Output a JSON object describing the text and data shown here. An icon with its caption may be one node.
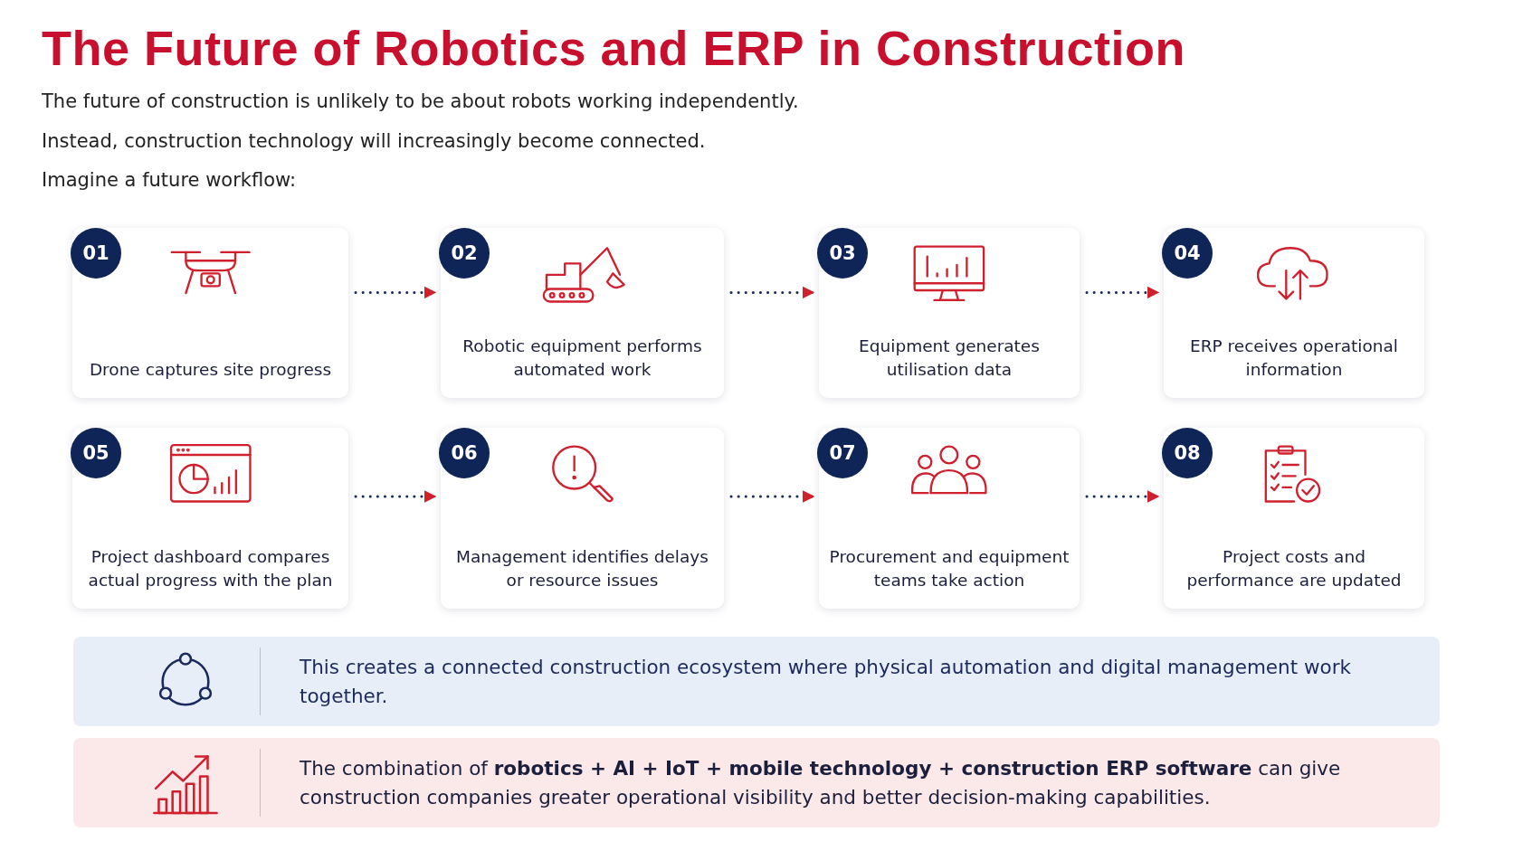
{
  "diagram": {
    "title": "The Future of Robotics and ERP in Construction",
    "nodes": [
      {
        "text": [
          "01",
          "Drone captures site progress"
        ]
      },
      {
        "text": [
          "02",
          "Robotic equipment performs automated work"
        ]
      },
      {
        "text": [
          "03",
          "Equipment generates utilisation data"
        ]
      },
      {
        "text": [
          "04",
          "ERP receives operational information"
        ]
      },
      {
        "text": [
          "05",
          "Project dashboard compares actual progress with the plan"
        ]
      },
      {
        "text": [
          "06",
          "Management identifies delays or resource issues"
        ]
      },
      {
        "text": [
          "07",
          "Procurement and equipment teams take action"
        ]
      },
      {
        "text": [
          "08",
          "Project costs and performance are updated"
        ]
      },
      {
        "text": [
          "This creates a connected construction ecosystem where physical automation and digital management work together."
        ]
      },
      {
        "text": [
          "The combination of **robotics + AI + IoT + mobile technology + construction ERP software** can give construction companies greater operational visibility and better decision-making capabilities."
        ]
      }
    ],
    "edges": [
      {
        "from": 0,
        "to": 1,
        "arrow": "to",
        "style": "dashed"
      },
      {
        "from": 1,
        "to": 2,
        "arrow": "to",
        "style": "dashed"
      },
      {
        "from": 2,
        "to": 3,
        "arrow": "to",
        "style": "dashed"
      },
      {
        "from": 4,
        "to": 5,
        "arrow": "to",
        "style": "dashed"
      },
      {
        "from": 5,
        "to": 6,
        "arrow": "to",
        "style": "dashed"
      },
      {
        "from": 6,
        "to": 7,
        "arrow": "to",
        "style": "dashed"
      }
    ],
    "labels": [
      "The future of construction is unlikely to be about robots working independently.",
      "Instead, construction technology will increasingly become connected.",
      "Imagine a future workflow:"
    ]
  }
}
